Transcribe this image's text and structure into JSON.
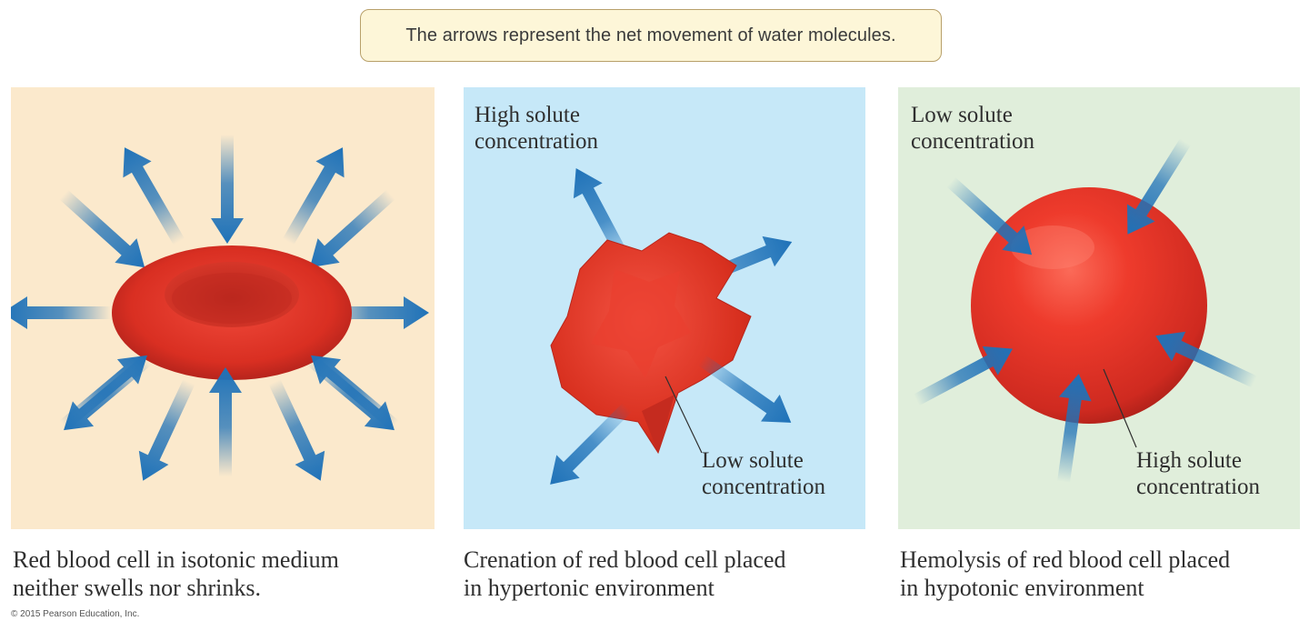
{
  "header_note": "The arrows represent the net movement of water molecules.",
  "panels": [
    {
      "id": "isotonic",
      "inner_labels": [],
      "caption_lines": [
        "Red blood cell in isotonic medium",
        "neither swells nor shrinks."
      ],
      "background": "#fbe9cc"
    },
    {
      "id": "hypertonic",
      "inner_labels": [
        {
          "lines": [
            "High solute",
            "concentration"
          ]
        },
        {
          "lines": [
            "Low solute",
            "concentration"
          ]
        }
      ],
      "caption_lines": [
        "Crenation of red blood cell placed",
        "in hypertonic environment"
      ],
      "background": "#c6e8f8"
    },
    {
      "id": "hypotonic",
      "inner_labels": [
        {
          "lines": [
            "Low solute",
            "concentration"
          ]
        },
        {
          "lines": [
            "High solute",
            "concentration"
          ]
        }
      ],
      "caption_lines": [
        "Hemolysis of red blood cell placed",
        "in hypotonic environment"
      ],
      "background": "#e0eedb"
    }
  ],
  "copyright": "© 2015 Pearson Education, Inc.",
  "colors": {
    "arrow": "#1f72b8",
    "cell": "#e0362a",
    "cell_dark": "#b82219"
  }
}
